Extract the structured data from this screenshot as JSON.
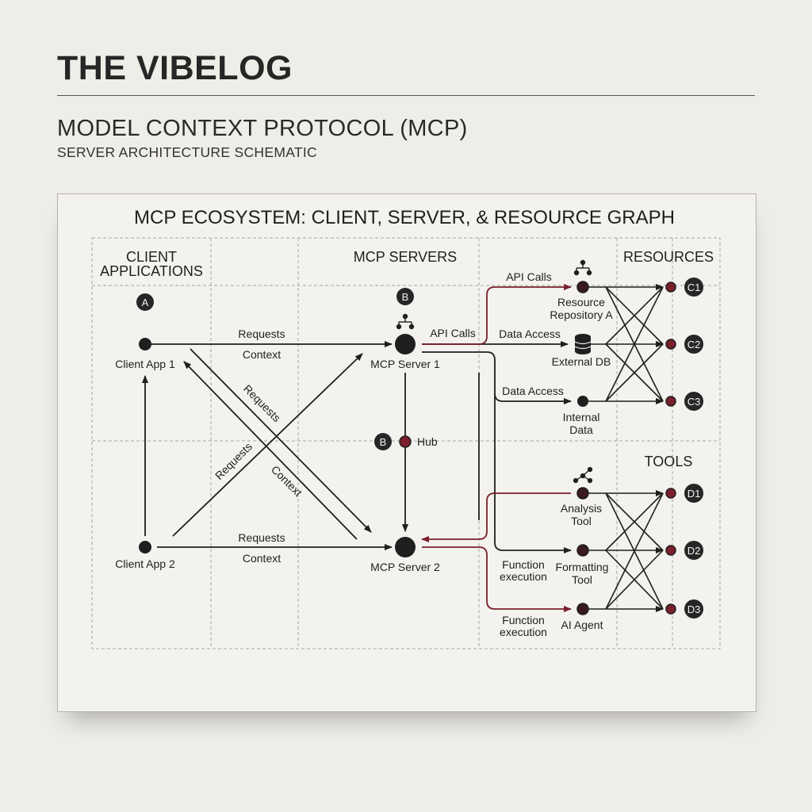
{
  "header": {
    "brand": "THE VIBELOG",
    "title": "MODEL CONTEXT PROTOCOL (MCP)",
    "subtitle": "SERVER ARCHITECTURE SCHEMATIC"
  },
  "diagram": {
    "title": "MCP ECOSYSTEM: CLIENT, SERVER, & RESOURCE GRAPH",
    "columns": {
      "clients_line1": "CLIENT",
      "clients_line2": "APPLICATIONS",
      "servers": "MCP SERVERS",
      "resources": "RESOURCES",
      "tools": "TOOLS"
    },
    "badges": {
      "a": "A",
      "b": "B",
      "b2": "B"
    },
    "nodes": {
      "client1": "Client App 1",
      "client2": "Client App 2",
      "server1": "MCP Server 1",
      "server2": "MCP Server 2",
      "hub": "Hub",
      "repo_line1": "Resource",
      "repo_line2": "Repository A",
      "external_db": "External DB",
      "internal_line1": "Internal",
      "internal_line2": "Data",
      "analysis_line1": "Analysis",
      "analysis_line2": "Tool",
      "formatting_line1": "Formatting",
      "formatting_line2": "Tool",
      "ai_agent": "AI Agent",
      "c1": "C1",
      "c2": "C2",
      "c3": "C3",
      "d1": "D1",
      "d2": "D2",
      "d3": "D3"
    },
    "edges": {
      "requests_top": "Requests",
      "context_top": "Context",
      "requests_bottom": "Requests",
      "context_bottom": "Context",
      "requests_diag_down": "Requests",
      "context_diag_down": "Context",
      "requests_diag_up": "Requests",
      "api_calls_repo": "API Calls",
      "api_calls_server": "API Calls",
      "data_access_db": "Data Access",
      "data_access_internal": "Data Access",
      "function_exec1_line1": "Function",
      "function_exec1_line2": "execution",
      "function_exec2_line1": "Function",
      "function_exec2_line2": "execution"
    },
    "colors": {
      "ink": "#1f1f1f",
      "accent": "#7a1f2b",
      "grid": "#a9a7a2"
    },
    "icons": [
      "hierarchy-icon",
      "database-icon",
      "network-icon"
    ]
  }
}
